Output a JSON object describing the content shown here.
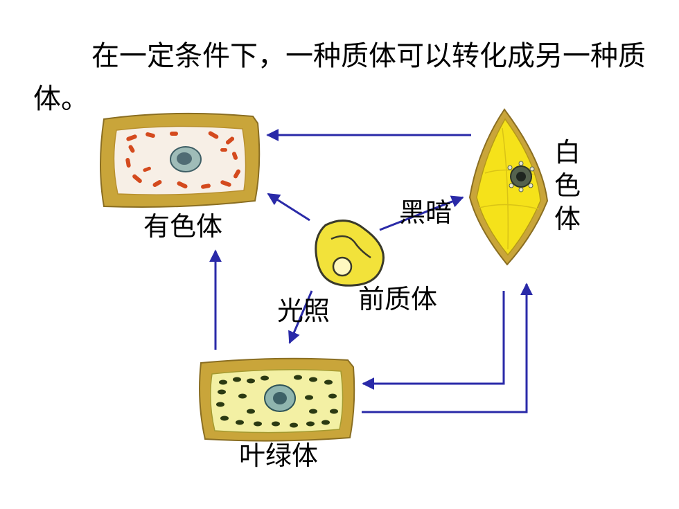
{
  "heading": "在一定条件下，一种质体可以转化成另一种质体。",
  "labels": {
    "chromoplast": "有色体",
    "leucoplast": "白色体",
    "proplastid": "前质体",
    "chloroplast": "叶绿体",
    "dark": "黑暗",
    "light": "光照"
  },
  "colors": {
    "arrow": "#2a2aa8",
    "cell_wall": "#c9a53a",
    "chromoplast_fill": "#f7efe6",
    "chromoplast_bodies": "#d44a1e",
    "leucoplast_fill": "#f5e21a",
    "chloroplast_fill": "#f3f0a4",
    "chloroplast_bodies": "#2b3a12",
    "proplastid_fill": "#f2e23a"
  }
}
